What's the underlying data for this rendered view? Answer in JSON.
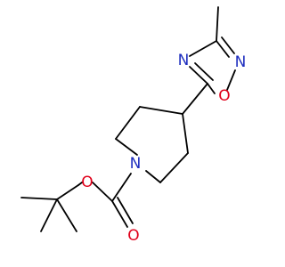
{
  "molecule": {
    "atoms": [
      {
        "id": "n_ring",
        "label": "N",
        "color": "#1f2fbf"
      },
      {
        "id": "n_oxa3",
        "label": "N",
        "color": "#1f2fbf"
      },
      {
        "id": "n_oxa4",
        "label": "N",
        "color": "#1f2fbf"
      },
      {
        "id": "o_oxa",
        "label": "O",
        "color": "#e0001a"
      },
      {
        "id": "o_ester",
        "label": "O",
        "color": "#e0001a"
      },
      {
        "id": "o_carbonyl",
        "label": "O",
        "color": "#e0001a"
      }
    ]
  }
}
